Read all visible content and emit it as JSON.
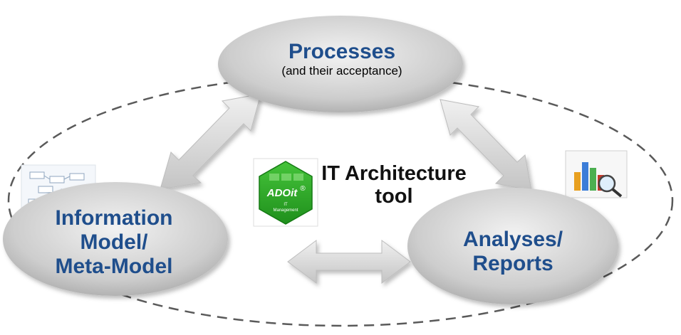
{
  "nodes": {
    "processes": {
      "title": "Processes",
      "subtitle": "(and their acceptance)"
    },
    "information_model": {
      "line1": "Information",
      "line2": "Model/",
      "line3": "Meta-Model"
    },
    "analyses": {
      "line1": "Analyses/",
      "line2": "Reports"
    }
  },
  "center_label": {
    "line1": "IT Architecture",
    "line2": "tool"
  },
  "logo": {
    "brand": "ADOit",
    "mark": "®",
    "sub1": "IT",
    "sub2": "Management"
  },
  "colors": {
    "node_text": "#1f4e8c",
    "logo_green": "#2fa82a",
    "ellipse_gray": "#c9c9c9",
    "arrow_gray": "#d4d4d4",
    "dashed_border": "#555555"
  }
}
